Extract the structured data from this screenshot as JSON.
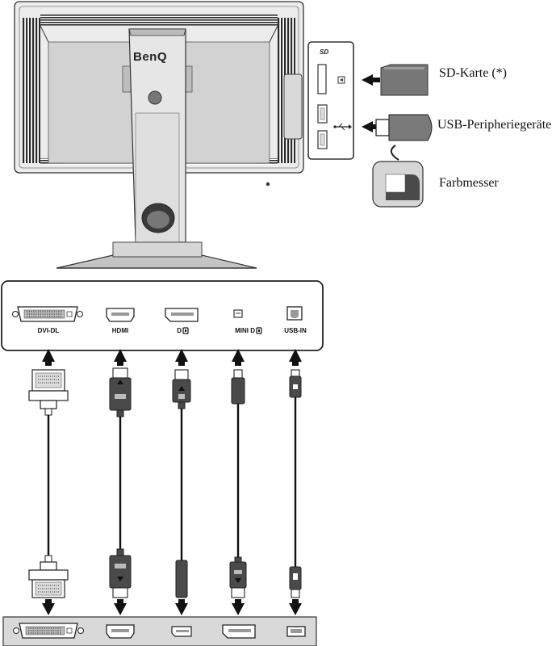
{
  "monitor": {
    "brand": "BenQ"
  },
  "side_panel": {
    "sd_logo": "SD",
    "labels": {
      "sd_card": "SD-Karte (*)",
      "usb_peripheral": "USB-Peripheriegeräte",
      "colorimeter": "Farbmesser"
    }
  },
  "ports": [
    {
      "id": "dvi",
      "label": "DVI-DL"
    },
    {
      "id": "hdmi",
      "label": "HDMI"
    },
    {
      "id": "dp",
      "label": "D"
    },
    {
      "id": "minidp",
      "label": "MINI D"
    },
    {
      "id": "usbin",
      "label": "USB-IN"
    }
  ]
}
